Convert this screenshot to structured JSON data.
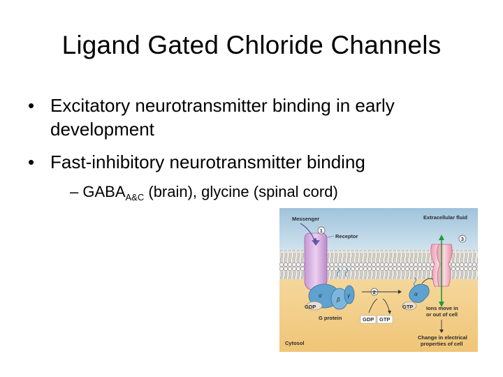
{
  "slide": {
    "title": "Ligand Gated Chloride Channels",
    "bullets": [
      "Excitatory neurotransmitter binding in early development",
      "Fast-inhibitory neurotransmitter binding"
    ],
    "bullet_glyph": "•",
    "sub_bullet": {
      "dash": "–",
      "text_before": "GABA",
      "subscript": "A&C",
      "text_after": " (brain), glycine (spinal cord)"
    }
  },
  "figure": {
    "labels": {
      "messenger": "Messenger",
      "receptor": "Receptor",
      "extracellular": "Extracellular fluid",
      "cytosol": "Cytosol",
      "gdp_left": "GDP",
      "g_protein": "G protein",
      "gdp_mid": "GDP",
      "gtp_mid": "GTP",
      "gtp_right": "GTP",
      "ions_line1": "Ions move in",
      "ions_line2": "or out of cell",
      "change_line1": "Change in electrical",
      "change_line2": "properties of cell",
      "step1": "1",
      "step2": "2",
      "step3": "3",
      "alpha": "α",
      "beta": "β",
      "gamma": "γ",
      "alpha_right": "α"
    },
    "colors": {
      "extracellular_bg": "#b9d4e6",
      "cytosol_bg": "#f3cf8a",
      "receptor": "#d9b2e2",
      "gprotein": "#5fa2cf",
      "channel": "#f3b7c7",
      "arrow_green": "#1f9a3a"
    }
  }
}
